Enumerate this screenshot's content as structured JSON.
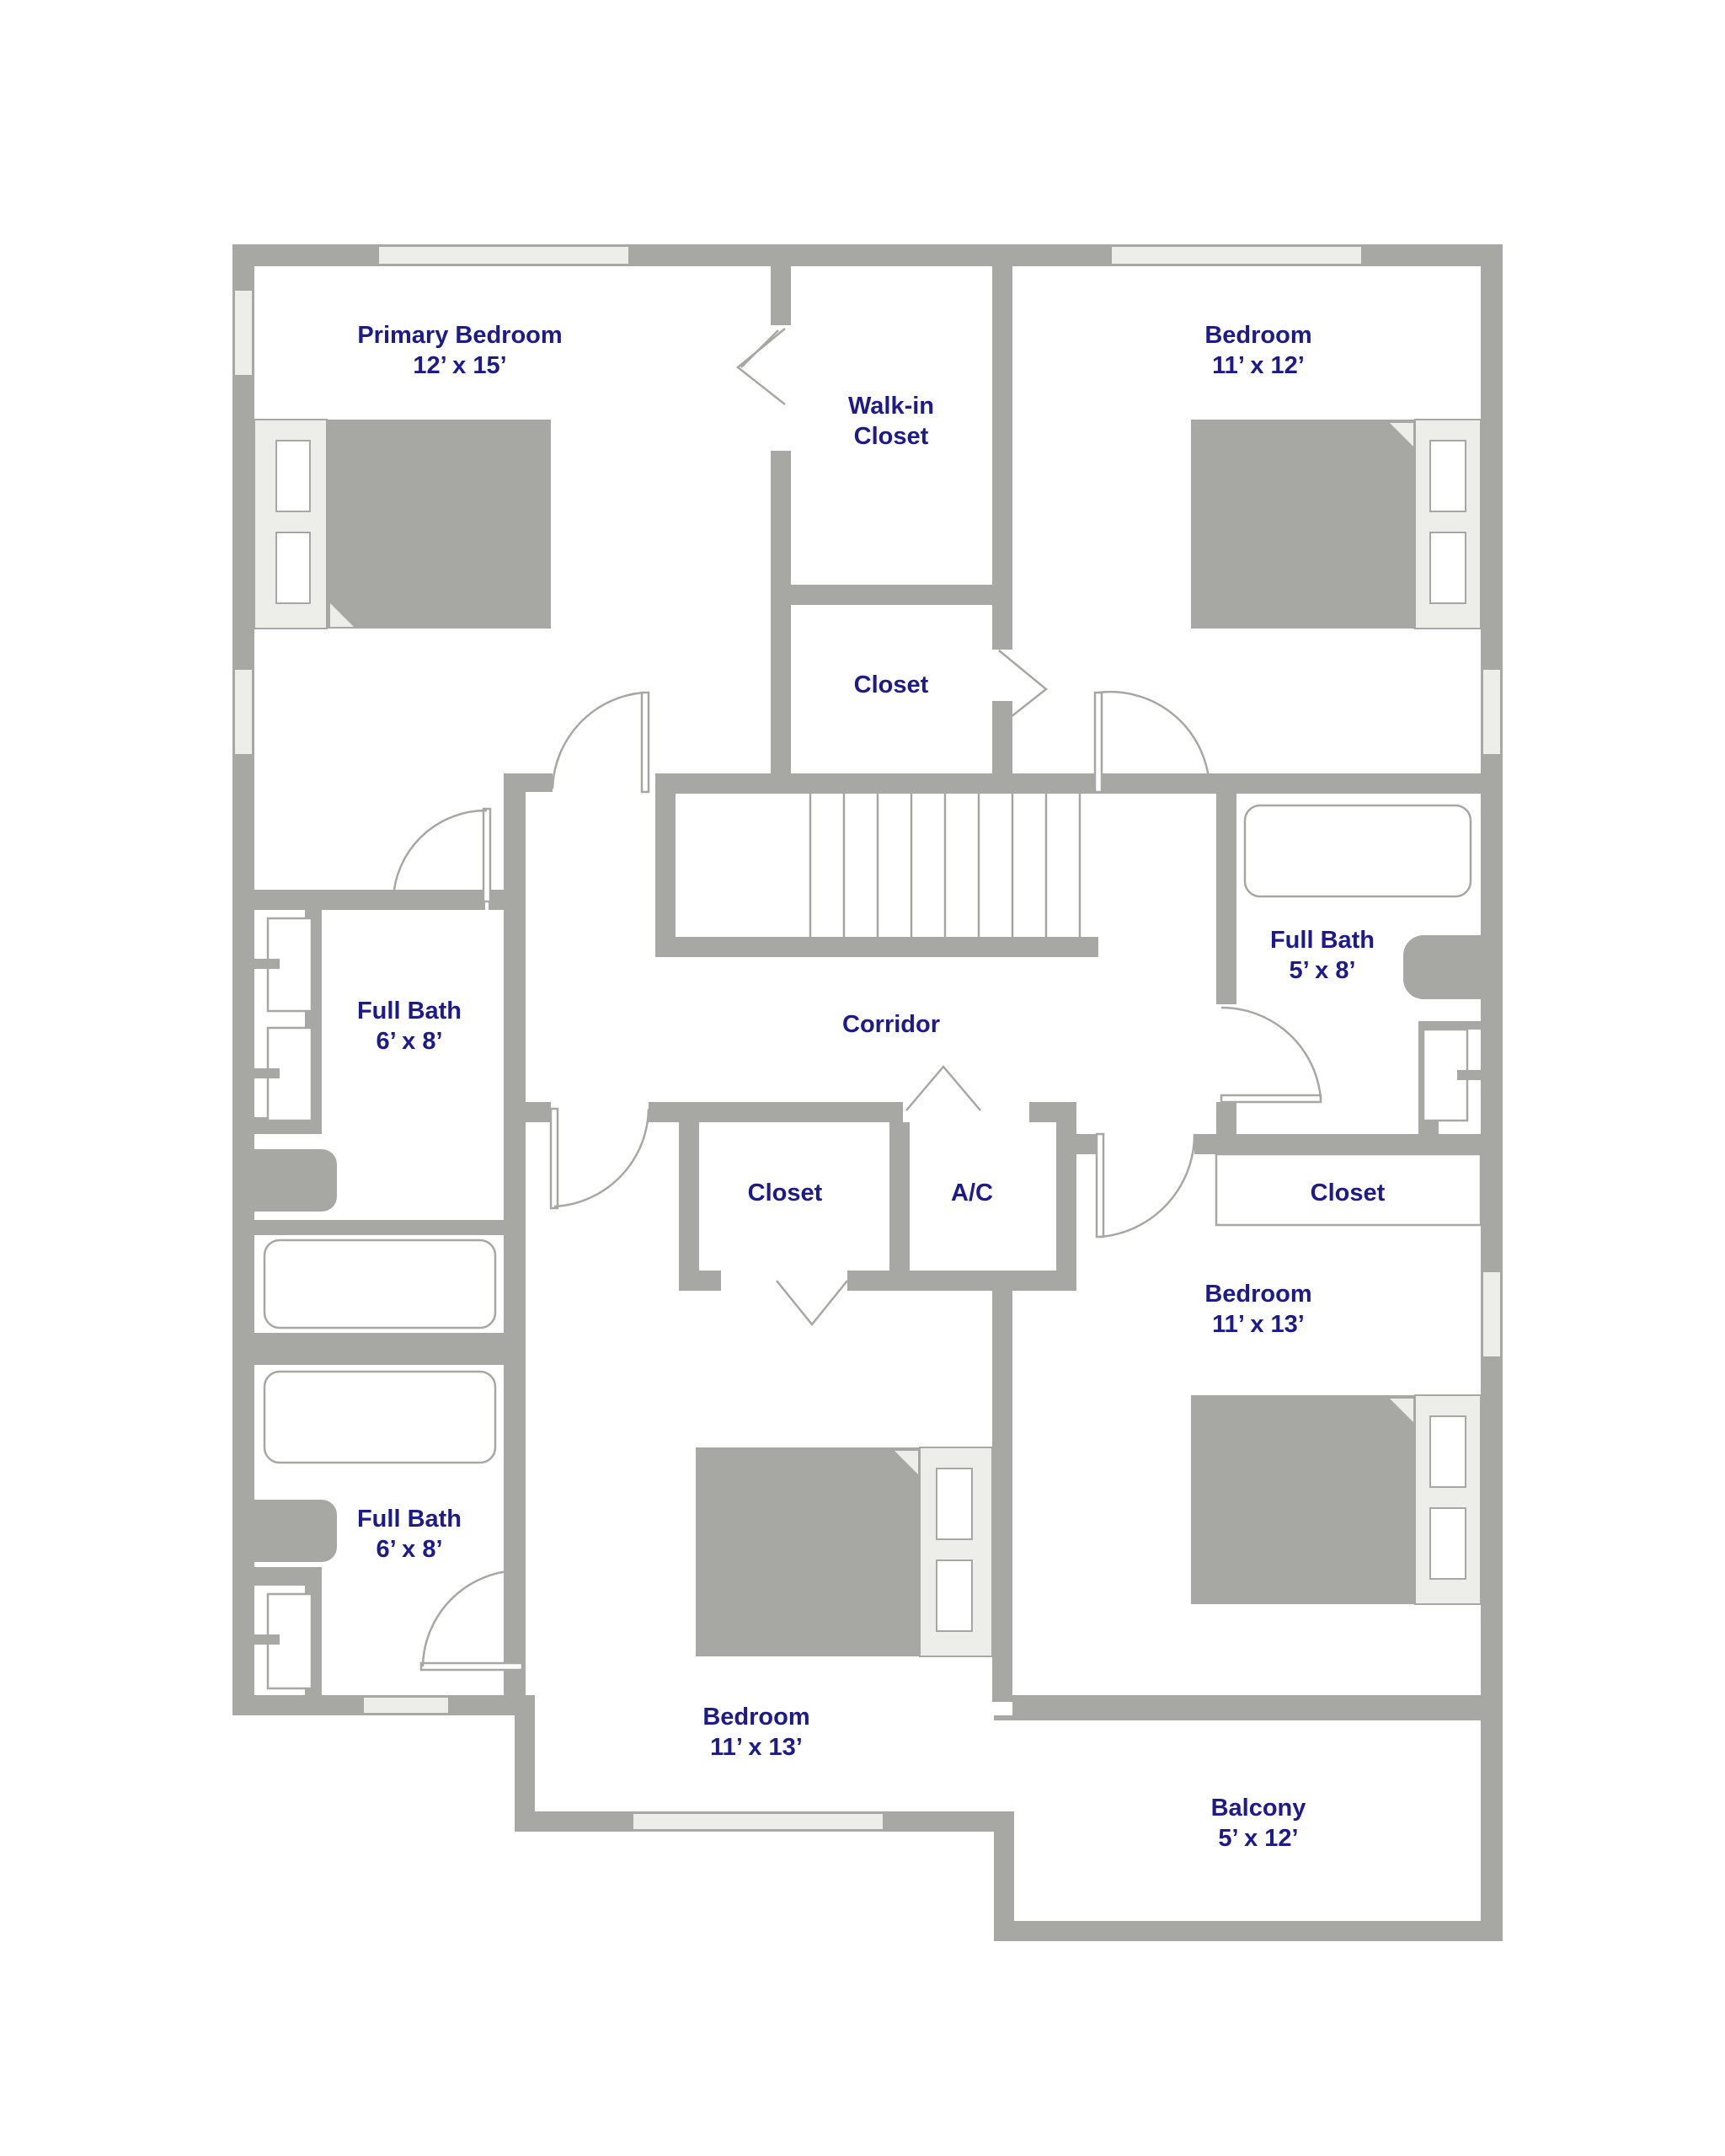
{
  "rooms": {
    "primary_bedroom": {
      "name": "Primary Bedroom",
      "size": "12’ x 15’"
    },
    "walk_in_closet": {
      "name": "Walk-in",
      "name2": "Closet"
    },
    "bedroom_ne": {
      "name": "Bedroom",
      "size": "11’ x 12’"
    },
    "closet_upper": {
      "name": "Closet"
    },
    "full_bath_east": {
      "name": "Full Bath",
      "size": "5’ x 8’"
    },
    "corridor": {
      "name": "Corridor"
    },
    "full_bath_west_upper": {
      "name": "Full Bath",
      "size": "6’ x 8’"
    },
    "closet_center": {
      "name": "Closet"
    },
    "ac": {
      "name": "A/C"
    },
    "closet_east": {
      "name": "Closet"
    },
    "bedroom_se": {
      "name": "Bedroom",
      "size": "11’ x 13’"
    },
    "full_bath_west_lower": {
      "name": "Full Bath",
      "size": "6’ x 8’"
    },
    "bedroom_s": {
      "name": "Bedroom",
      "size": "11’ x 13’"
    },
    "balcony": {
      "name": "Balcony",
      "size": "5’ x 12’"
    }
  },
  "colors": {
    "wall": "#a7a7a4",
    "window": "#ededea",
    "label": "#1d1a8c"
  }
}
